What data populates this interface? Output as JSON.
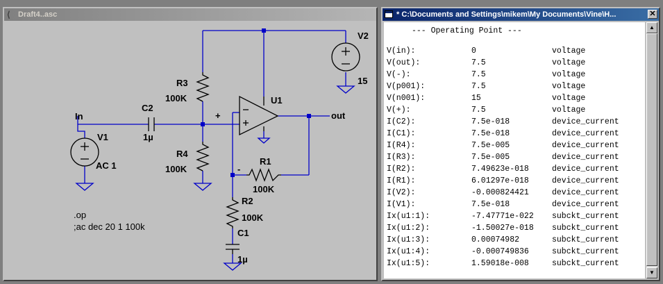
{
  "schematic_window": {
    "title": "Draft4..asc",
    "labels": {
      "in": "In",
      "out": "out",
      "plus_node": "+",
      "minus_node": "-",
      "c2_name": "C2",
      "c2_value": "1µ",
      "v1_name": "V1",
      "v1_value": "AC 1",
      "r3_name": "R3",
      "r3_value": "100K",
      "r4_name": "R4",
      "r4_value": "100K",
      "u1_name": "U1",
      "r1_name": "R1",
      "r1_value": "100K",
      "r2_name": "R2",
      "r2_value": "100K",
      "c1_name": "C1",
      "c1_value": "1µ",
      "v2_name": "V2",
      "v2_value": "15",
      "directive_op": ".op",
      "directive_ac": ";ac dec 20 1 100k"
    }
  },
  "output_window": {
    "title": "* C:\\Documents and Settings\\mikem\\My Documents\\Vine\\H...",
    "close_label": "✕",
    "header": "--- Operating Point ---",
    "rows": [
      {
        "name": "V(in):",
        "value": "0",
        "type": "voltage"
      },
      {
        "name": "V(out):",
        "value": "7.5",
        "type": "voltage"
      },
      {
        "name": "V(-):",
        "value": "7.5",
        "type": "voltage"
      },
      {
        "name": "V(p001):",
        "value": "7.5",
        "type": "voltage"
      },
      {
        "name": "V(n001):",
        "value": "15",
        "type": "voltage"
      },
      {
        "name": "V(+):",
        "value": "7.5",
        "type": "voltage"
      },
      {
        "name": "I(C2):",
        "value": "7.5e-018",
        "type": "device_current"
      },
      {
        "name": "I(C1):",
        "value": "7.5e-018",
        "type": "device_current"
      },
      {
        "name": "I(R4):",
        "value": "7.5e-005",
        "type": "device_current"
      },
      {
        "name": "I(R3):",
        "value": "7.5e-005",
        "type": "device_current"
      },
      {
        "name": "I(R2):",
        "value": "7.49623e-018",
        "type": "device_current"
      },
      {
        "name": "I(R1):",
        "value": "6.01297e-018",
        "type": "device_current"
      },
      {
        "name": "I(V2):",
        "value": "-0.000824421",
        "type": "device_current"
      },
      {
        "name": "I(V1):",
        "value": "7.5e-018",
        "type": "device_current"
      },
      {
        "name": "Ix(u1:1):",
        "value": "-7.47771e-022",
        "type": "subckt_current"
      },
      {
        "name": "Ix(u1:2):",
        "value": "-1.50027e-018",
        "type": "subckt_current"
      },
      {
        "name": "Ix(u1:3):",
        "value": "0.00074982",
        "type": "subckt_current"
      },
      {
        "name": "Ix(u1:4):",
        "value": "-0.000749836",
        "type": "subckt_current"
      },
      {
        "name": "Ix(u1:5):",
        "value": "1.59018e-008",
        "type": "subckt_current"
      }
    ]
  }
}
